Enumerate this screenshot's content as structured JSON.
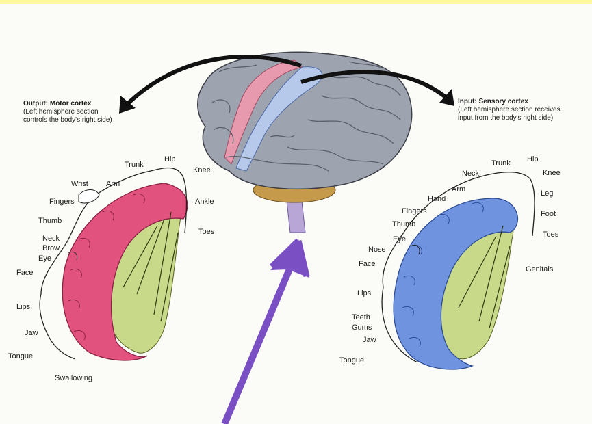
{
  "motor": {
    "title": "Output: Motor cortex",
    "sub1": "(Left hemisphere section",
    "sub2": "controls the body's right side)",
    "labels": [
      "Hip",
      "Trunk",
      "Knee",
      "Wrist",
      "Arm",
      "Fingers",
      "Ankle",
      "Thumb",
      "Toes",
      "Neck",
      "Brow",
      "Eye",
      "Face",
      "Lips",
      "Jaw",
      "Tongue",
      "Swallowing"
    ]
  },
  "sensory": {
    "title": "Input: Sensory cortex",
    "sub1": "(Left hemisphere section receives",
    "sub2": "input from the body's right side)",
    "labels": [
      "Hip",
      "Trunk",
      "Knee",
      "Neck",
      "Arm",
      "Leg",
      "Hand",
      "Fingers",
      "Foot",
      "Thumb",
      "Eye",
      "Toes",
      "Nose",
      "Face",
      "Genitals",
      "Lips",
      "Teeth",
      "Gums",
      "Jaw",
      "Tongue"
    ]
  },
  "colors": {
    "motor_strip": "#e2527e",
    "sensory_strip": "#6f93de",
    "brain": "#9aa0ad",
    "annotation_arrow": "#7a4fc4"
  }
}
